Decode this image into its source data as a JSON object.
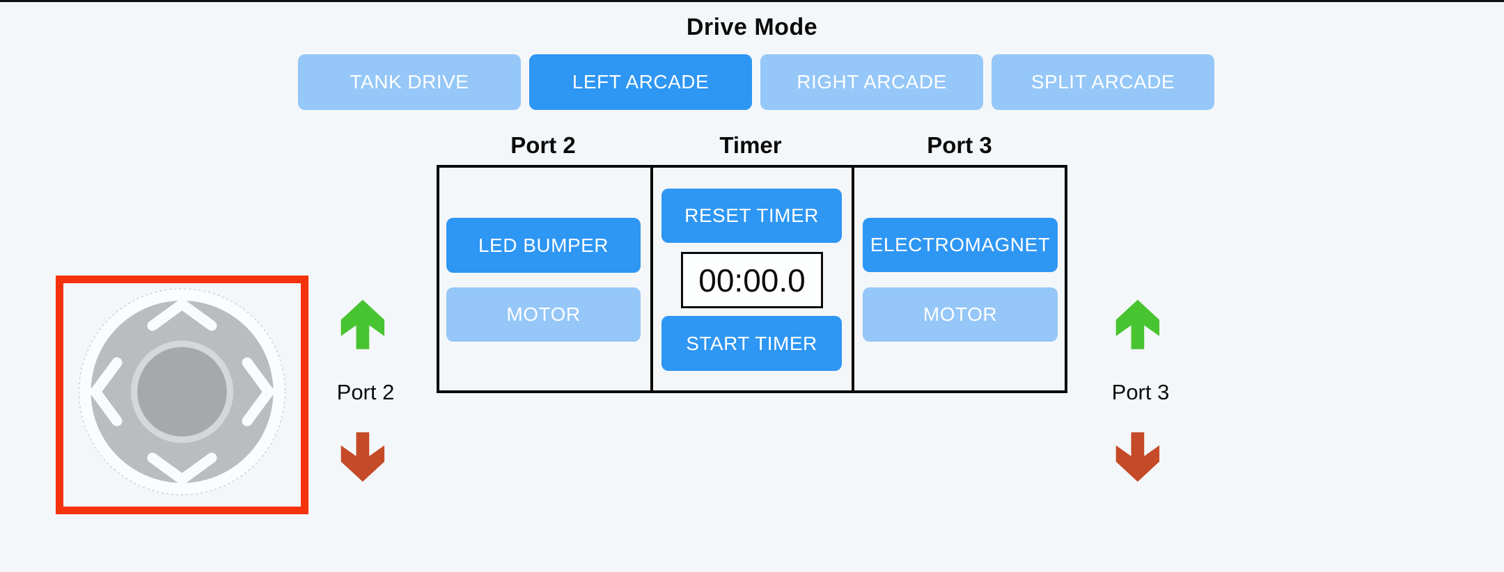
{
  "drive_mode": {
    "title": "Drive Mode",
    "buttons": [
      {
        "label": "TANK DRIVE",
        "active": false
      },
      {
        "label": "LEFT ARCADE",
        "active": true
      },
      {
        "label": "RIGHT ARCADE",
        "active": false
      },
      {
        "label": "SPLIT ARCADE",
        "active": false
      }
    ]
  },
  "panel": {
    "port2": {
      "header": "Port 2",
      "buttons": [
        {
          "label": "LED BUMPER",
          "active": true
        },
        {
          "label": "MOTOR",
          "active": false
        }
      ]
    },
    "timer": {
      "header": "Timer",
      "reset_button": "RESET TIMER",
      "display_value": "00:00.0",
      "start_button": "START TIMER"
    },
    "port3": {
      "header": "Port 3",
      "buttons": [
        {
          "label": "ELECTROMAGNET",
          "active": true
        },
        {
          "label": "MOTOR",
          "active": false
        }
      ]
    }
  },
  "axes": {
    "left": {
      "label": "Port 2",
      "up_icon": "green-up-arrow",
      "down_icon": "red-down-arrow"
    },
    "right": {
      "label": "Port 3",
      "up_icon": "green-up-arrow",
      "down_icon": "red-down-arrow"
    }
  },
  "joystick": {
    "description": "virtual-joystick",
    "frame": "red-selection-frame"
  },
  "colors": {
    "accent_blue": "#2e96f3",
    "light_blue": "#95c7f8",
    "arrow_green": "#49c431",
    "arrow_red": "#c54a28",
    "frame_red": "#f5320e",
    "background": "#f4f7f9"
  }
}
